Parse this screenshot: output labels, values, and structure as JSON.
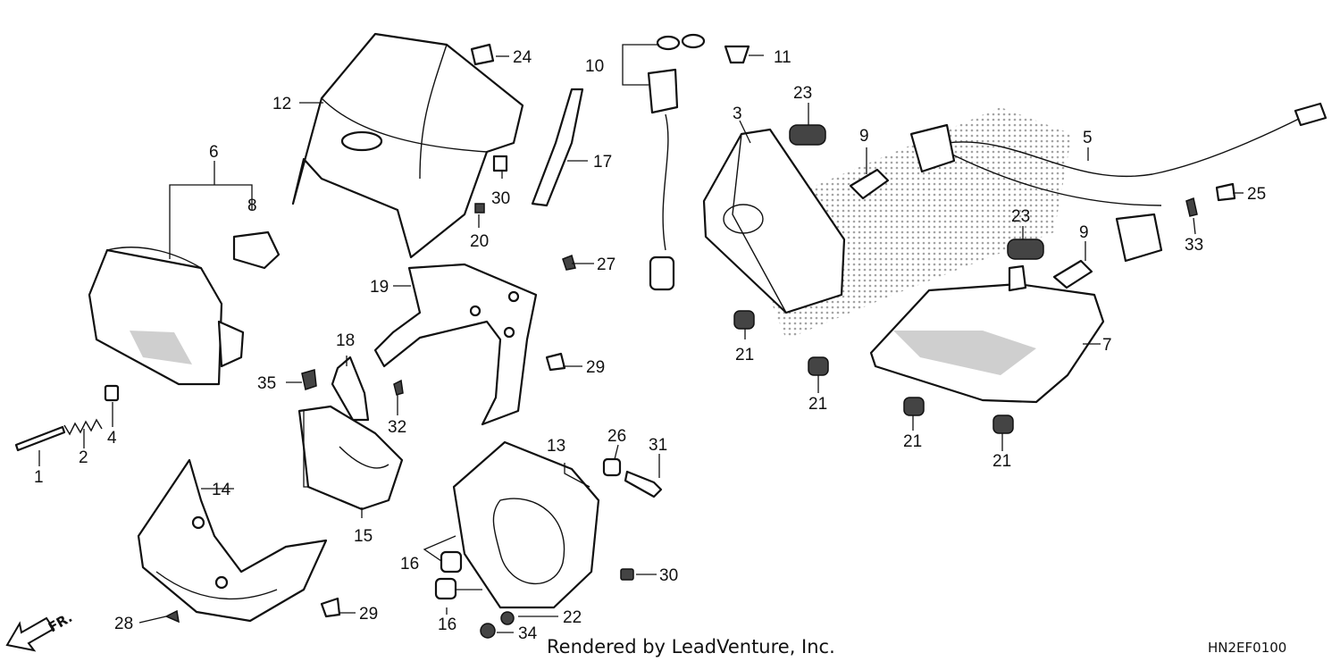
{
  "footer": {
    "credit": "Rendered by LeadVenture, Inc.",
    "diagram_code": "HN2EF0100"
  },
  "direction_marker": {
    "label": "FR.",
    "icon": "front-direction-arrow-icon"
  },
  "callouts": [
    {
      "id": "c1",
      "number": "1"
    },
    {
      "id": "c2",
      "number": "2"
    },
    {
      "id": "c3",
      "number": "3"
    },
    {
      "id": "c4",
      "number": "4"
    },
    {
      "id": "c5",
      "number": "5"
    },
    {
      "id": "c6",
      "number": "6"
    },
    {
      "id": "c7",
      "number": "7"
    },
    {
      "id": "c8",
      "number": "8"
    },
    {
      "id": "c9a",
      "number": "9"
    },
    {
      "id": "c9b",
      "number": "9"
    },
    {
      "id": "c10",
      "number": "10"
    },
    {
      "id": "c11",
      "number": "11"
    },
    {
      "id": "c12",
      "number": "12"
    },
    {
      "id": "c13",
      "number": "13"
    },
    {
      "id": "c14",
      "number": "14"
    },
    {
      "id": "c15",
      "number": "15"
    },
    {
      "id": "c16a",
      "number": "16"
    },
    {
      "id": "c16b",
      "number": "16"
    },
    {
      "id": "c17",
      "number": "17"
    },
    {
      "id": "c18",
      "number": "18"
    },
    {
      "id": "c19",
      "number": "19"
    },
    {
      "id": "c20",
      "number": "20"
    },
    {
      "id": "c21a",
      "number": "21"
    },
    {
      "id": "c21b",
      "number": "21"
    },
    {
      "id": "c21c",
      "number": "21"
    },
    {
      "id": "c21d",
      "number": "21"
    },
    {
      "id": "c22",
      "number": "22"
    },
    {
      "id": "c23a",
      "number": "23"
    },
    {
      "id": "c23b",
      "number": "23"
    },
    {
      "id": "c24",
      "number": "24"
    },
    {
      "id": "c25",
      "number": "25"
    },
    {
      "id": "c26",
      "number": "26"
    },
    {
      "id": "c27",
      "number": "27"
    },
    {
      "id": "c28",
      "number": "28"
    },
    {
      "id": "c29a",
      "number": "29"
    },
    {
      "id": "c29b",
      "number": "29"
    },
    {
      "id": "c30a",
      "number": "30"
    },
    {
      "id": "c30b",
      "number": "30"
    },
    {
      "id": "c31",
      "number": "31"
    },
    {
      "id": "c32",
      "number": "32"
    },
    {
      "id": "c33",
      "number": "33"
    },
    {
      "id": "c34",
      "number": "34"
    },
    {
      "id": "c35",
      "number": "35"
    }
  ]
}
